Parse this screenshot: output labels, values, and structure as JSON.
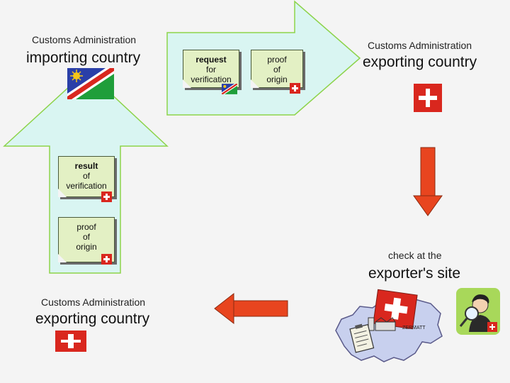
{
  "top_left": {
    "small": "Customs Administration",
    "big": "importing country"
  },
  "top_right": {
    "small": "Customs Administration",
    "big": "exporting country"
  },
  "bottom_left": {
    "small": "Customs Administration",
    "big": "exporting country"
  },
  "exporter_check": {
    "small": "check at the",
    "big": "exporter's site"
  },
  "notes": {
    "request": [
      "request",
      "for",
      "verification"
    ],
    "proof_top": [
      "proof",
      "of",
      "origin"
    ],
    "result": [
      "result",
      "of",
      "verification"
    ],
    "proof_left": [
      "proof",
      "of",
      "origin"
    ]
  },
  "map_label": "ZERMATT",
  "colors": {
    "arrow_fill": "#d9f5f2",
    "arrow_stroke": "#8dd34a",
    "red_arrow": "#e8451f",
    "swiss_red": "#d9271e",
    "note_fill": "#e3f0c4",
    "namibia_blue": "#2a3fa8",
    "namibia_green": "#1f9e3a",
    "namibia_red": "#d9271e",
    "namibia_sun": "#f5c518",
    "inspector_bg": "#a8d85a"
  },
  "icons": [
    "namibia-flag-icon",
    "swiss-flag-icon",
    "switzerland-map-icon",
    "inspector-magnifier-icon"
  ]
}
